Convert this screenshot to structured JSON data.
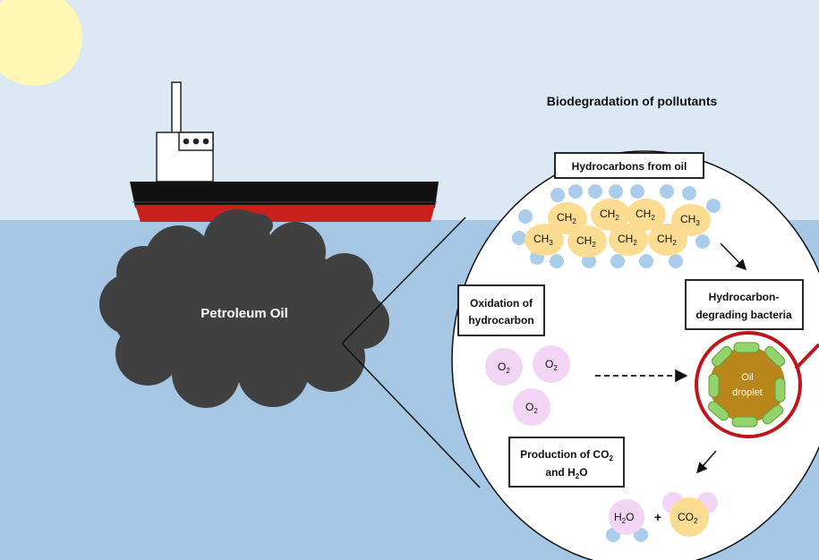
{
  "title": "Biodegradation of pollutants",
  "oil_label": "Petroleum Oil",
  "boxes": {
    "hydrocarbons": "Hydrocarbons from oil",
    "oxidation_line1": "Oxidation of",
    "oxidation_line2": "hydrocarbon",
    "bacteria_line1": "Hydrocarbon-",
    "bacteria_line2": "degrading bacteria",
    "production_line1": "Production of CO",
    "production_sub1": "2",
    "production_line2a": "and H",
    "production_sub2": "2",
    "production_line2b": "O"
  },
  "chain": {
    "top": [
      {
        "base": "CH",
        "sub": "2"
      },
      {
        "base": "CH",
        "sub": "2"
      },
      {
        "base": "CH",
        "sub": "2"
      },
      {
        "base": "CH",
        "sub": "3"
      }
    ],
    "bottom": [
      {
        "base": "CH",
        "sub": "3"
      },
      {
        "base": "CH",
        "sub": "2"
      },
      {
        "base": "CH",
        "sub": "2"
      },
      {
        "base": "CH",
        "sub": "2"
      }
    ]
  },
  "oxygen": {
    "base": "O",
    "sub": "2"
  },
  "droplet_line1": "Oil",
  "droplet_line2": "droplet",
  "products": {
    "water": {
      "pre": "H",
      "sub": "2",
      "post": "O"
    },
    "plus": "+",
    "co2": {
      "pre": "CO",
      "sub": "2"
    }
  },
  "colors": {
    "sky": "#dce9f5",
    "sea": "#a6c7e3",
    "sun": "#fff7b3",
    "oil": "#404040",
    "hull_black": "#111111",
    "hull_red": "#c8201c",
    "hydrogen": "#a9cdea",
    "carbon": "#fbdc92",
    "oxygen": "#f2d4f4",
    "droplet": "#b8861b",
    "bacteria": "#93d36b",
    "highlight": "#c0151a"
  }
}
